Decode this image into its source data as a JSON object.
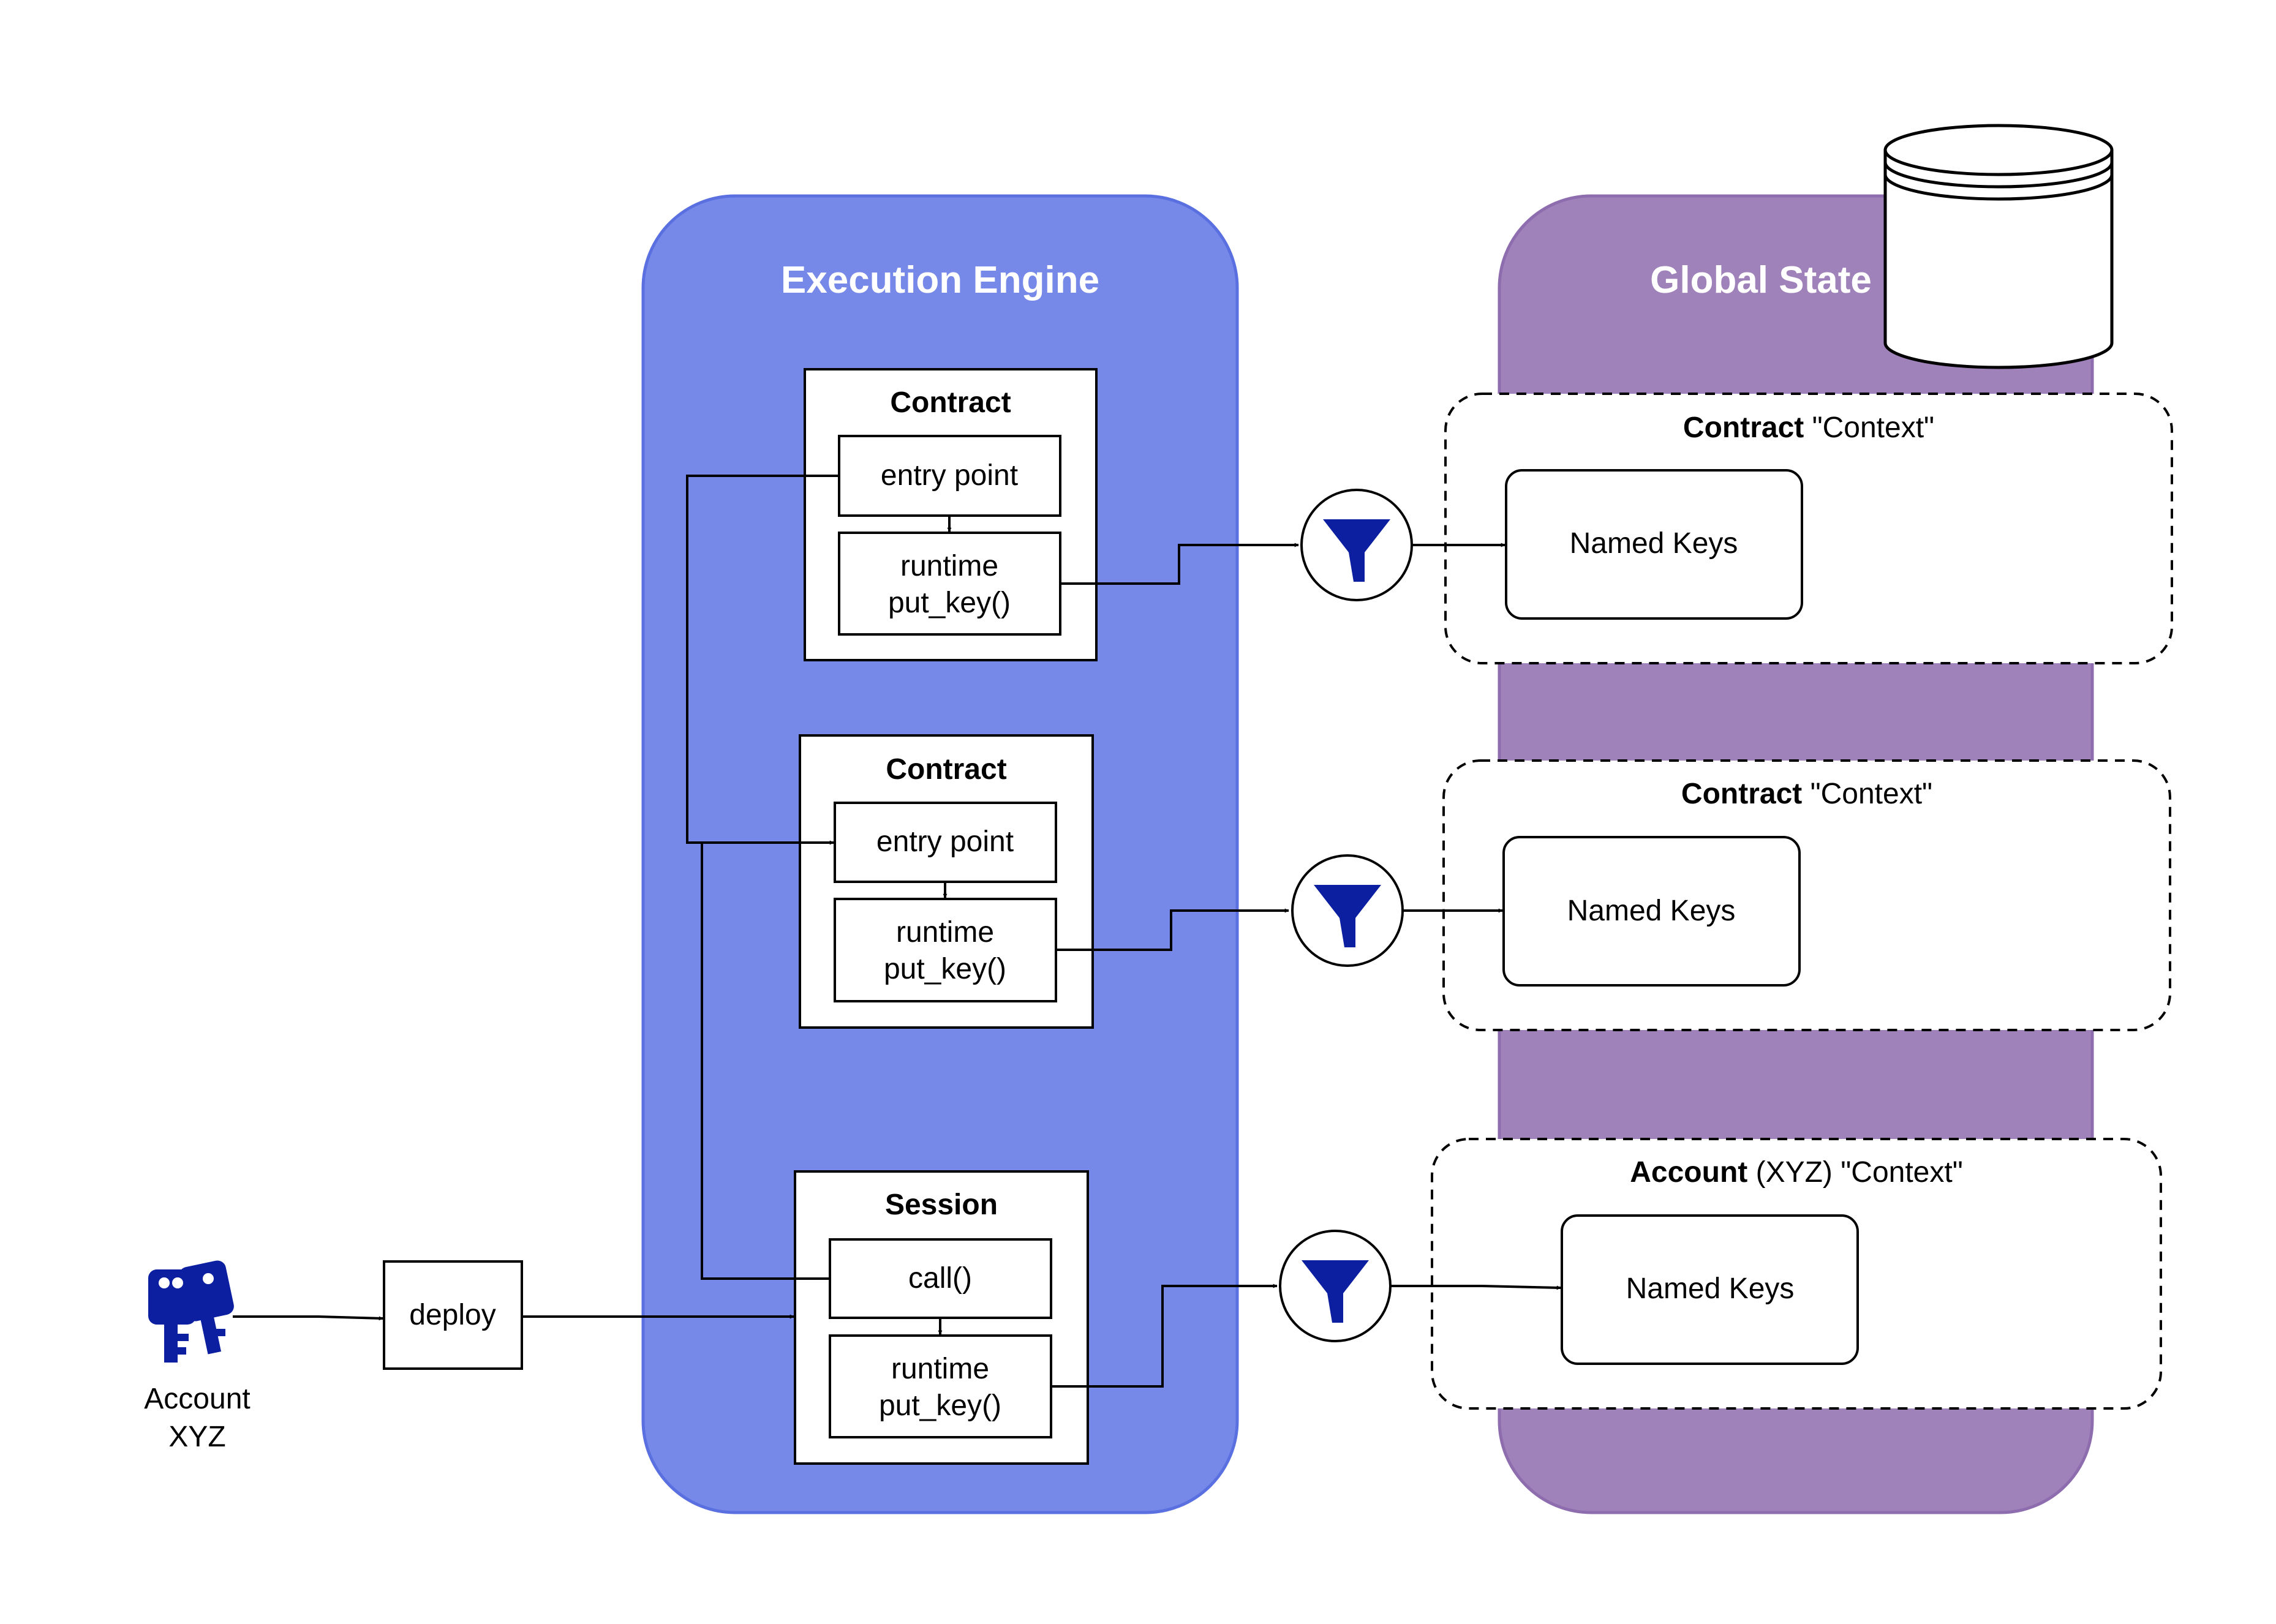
{
  "engine": {
    "title": "Execution Engine"
  },
  "global_state": {
    "title": "Global State"
  },
  "account": {
    "line1": "Account",
    "line2": "XYZ"
  },
  "deploy": {
    "label": "deploy"
  },
  "modules": [
    {
      "title": "Contract",
      "top_label": "entry point",
      "bottom_line1": "runtime",
      "bottom_line2": "put_key()"
    },
    {
      "title": "Contract",
      "top_label": "entry point",
      "bottom_line1": "runtime",
      "bottom_line2": "put_key()"
    },
    {
      "title": "Session",
      "top_label": "call()",
      "bottom_line1": "runtime",
      "bottom_line2": "put_key()"
    }
  ],
  "contexts": [
    {
      "bold": "Contract",
      "rest": " \"Context\"",
      "inner": "Named Keys"
    },
    {
      "bold": "Contract",
      "rest": " \"Context\"",
      "inner": "Named Keys"
    },
    {
      "bold": "Account",
      "rest": " (XYZ) \"Context\"",
      "inner": "Named Keys"
    }
  ],
  "icons": {
    "filter": "funnel-filter-icon",
    "keys": "keys-icon",
    "database": "database-cylinder-icon"
  },
  "colors": {
    "engine_fill": "#7789E8",
    "engine_stroke": "#5A6FE0",
    "state_fill": "#A082BB",
    "state_stroke": "#8E6DAE",
    "icon_blue": "#0B1FA0"
  }
}
